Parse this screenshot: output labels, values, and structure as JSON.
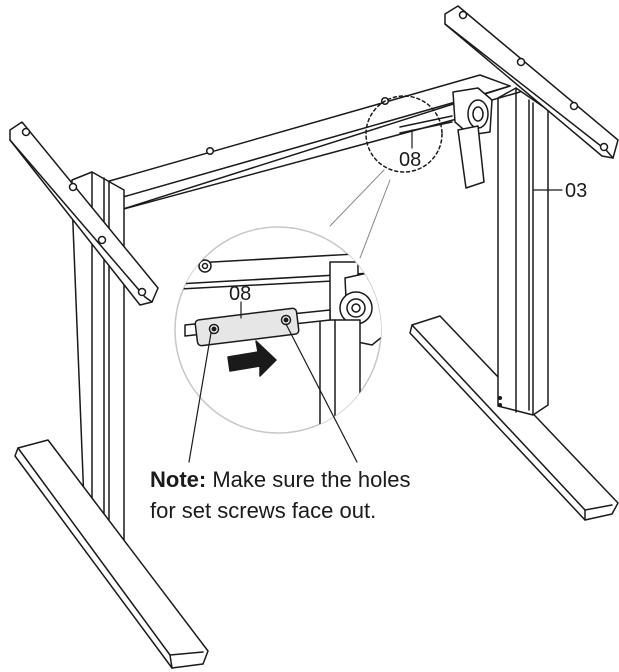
{
  "labels": {
    "part_08_detail": "08",
    "part_08_callout": "08",
    "part_03": "03"
  },
  "note": {
    "bold": "Note:",
    "line1": " Make sure the holes",
    "line2": "for set screws face out."
  }
}
